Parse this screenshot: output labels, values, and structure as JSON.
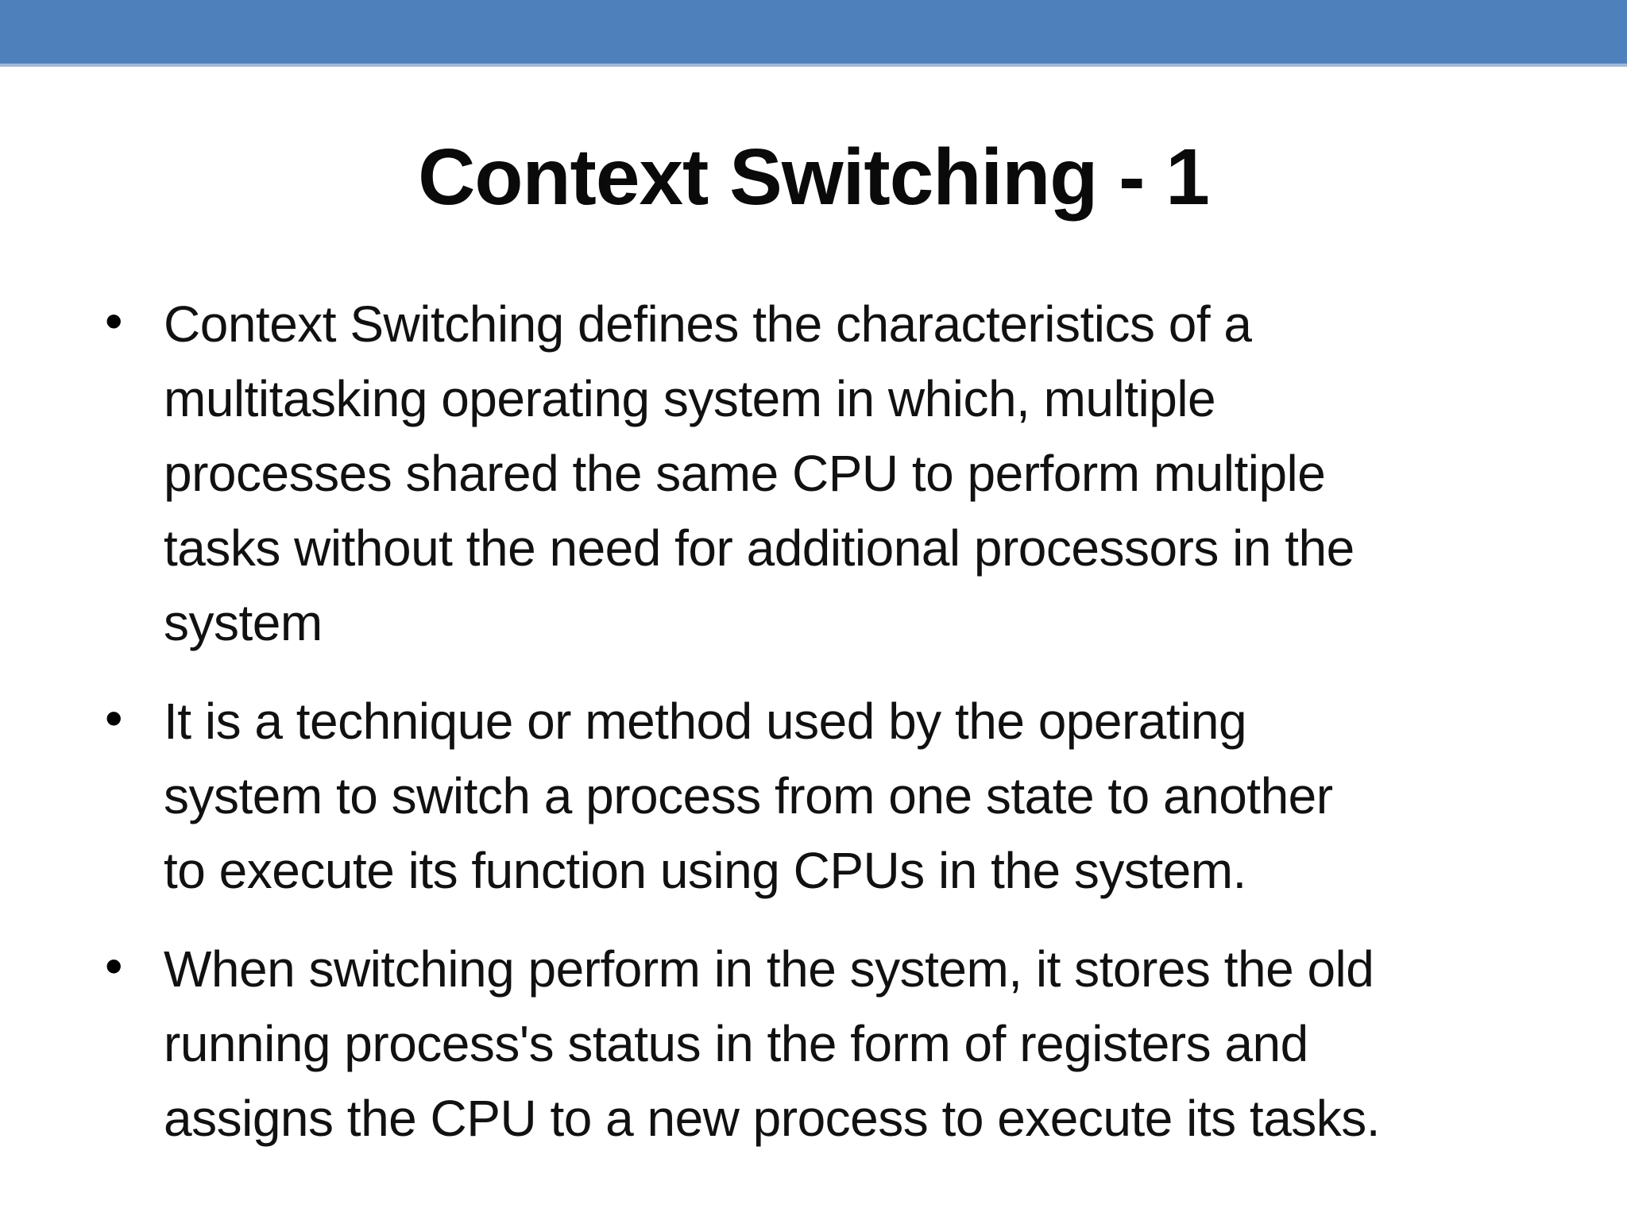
{
  "slide": {
    "accent_color": "#4e80bc",
    "accent_edge_color": "#9fb9da",
    "background_color": "#ffffff",
    "text_color": "#111111",
    "title": "Context Switching - 1",
    "bullet_char": "•",
    "bullets": [
      {
        "lines": [
          "Context Switching defines the characteristics of a",
          "multitasking operating system in which, multiple",
          "processes shared the same CPU to perform multiple",
          "tasks without the need for additional processors in the",
          "system"
        ]
      },
      {
        "lines": [
          "It is a technique or method used by the operating",
          "system to switch a process from one state to another",
          "to execute its function using CPUs in the system."
        ]
      },
      {
        "lines": [
          "When switching perform in the system, it stores the old",
          "running process's status in the form of registers and",
          "assigns the CPU to a new process to execute its tasks."
        ]
      }
    ]
  }
}
